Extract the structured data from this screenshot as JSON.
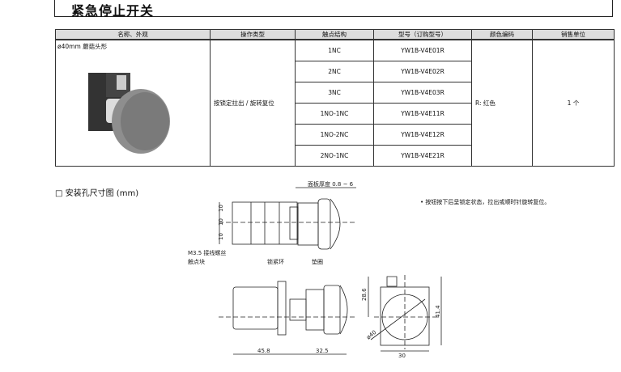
{
  "title": "紧急停止开关",
  "table": {
    "headers": [
      "名称、外观",
      "操作类型",
      "触点结构",
      "型号（订购型号）",
      "颜色编码",
      "销售单位"
    ],
    "name": "ø40mm 蘑菇头形",
    "operation": "按锁定拉出 / 旋转复位",
    "rows": [
      {
        "contacts": "1NC",
        "model": "YW1B-V4E01R"
      },
      {
        "contacts": "2NC",
        "model": "YW1B-V4E02R"
      },
      {
        "contacts": "3NC",
        "model": "YW1B-V4E03R"
      },
      {
        "contacts": "1NO-1NC",
        "model": "YW1B-V4E11R"
      },
      {
        "contacts": "1NO-2NC",
        "model": "YW1B-V4E12R"
      },
      {
        "contacts": "2NO-1NC",
        "model": "YW1B-V4E21R"
      }
    ],
    "color": "R: 红色",
    "unit": "1 个"
  },
  "section_title": "□ 安装孔尺寸图 (mm)",
  "note": "• 按钮按下后呈锁定状态，拉出或顺时针旋转复位。",
  "drawing": {
    "panel_thickness": "面板厚度 0.8 ~ 6",
    "pitch": [
      "10",
      "10",
      "10"
    ],
    "screw": "M3.5 接线螺丝",
    "contact_block": "触点块",
    "lock_ring": "锁紧环",
    "gasket": "垫圈",
    "dim_a": "45.8",
    "dim_b": "32.5",
    "dim_h": "28.6",
    "dim_total": "41.4",
    "dim_w": "30",
    "dim_dia": "ø40"
  }
}
